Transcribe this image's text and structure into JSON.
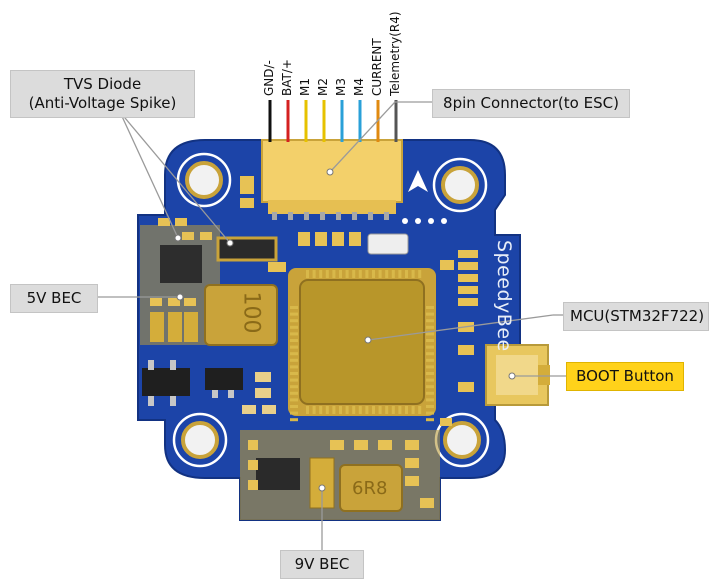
{
  "pin_labels": [
    "GND/-",
    "BAT/+",
    "M1",
    "M2",
    "M3",
    "M4",
    "CURRENT",
    "Telemetry(R4)"
  ],
  "callouts": {
    "tvs_diode_line1": "TVS Diode",
    "tvs_diode_line2": "(Anti-Voltage Spike)",
    "connector": "8pin Connector(to ESC)",
    "bec5v": "5V BEC",
    "mcu": "MCU(STM32F722)",
    "boot": "BOOT Button",
    "bec9v": "9V BEC"
  },
  "board": {
    "brand": "SpeedyBee",
    "inductor_5v_marking": "100",
    "inductor_9v_marking": "6R8"
  },
  "colors": {
    "pcb": "#1c44a8",
    "pcb_edge": "#123282",
    "gold": "#c9a33a",
    "callout_bg": "#dcdcdc",
    "boot_callout_bg": "#ffd21a",
    "wires": [
      "#111111",
      "#d42020",
      "#e6c200",
      "#e6c200",
      "#2aa0d8",
      "#2aa0d8",
      "#e08a10",
      "#555555"
    ]
  }
}
